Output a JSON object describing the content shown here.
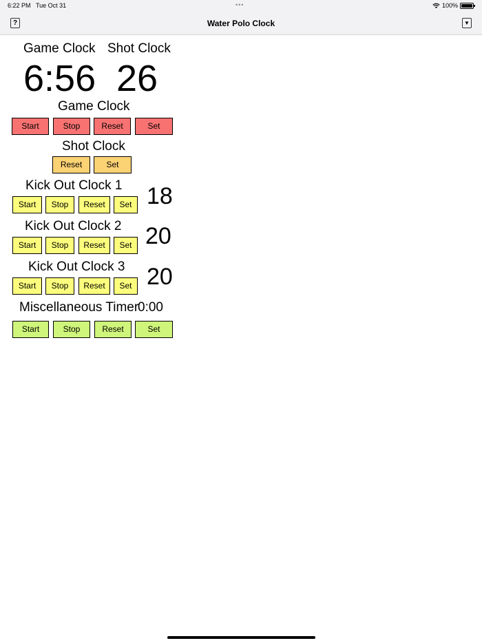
{
  "status_bar": {
    "time": "6:22 PM",
    "date": "Tue Oct 31",
    "dots": "•••",
    "battery": "100%"
  },
  "nav": {
    "title": "Water Polo Clock",
    "help_label": "?",
    "menu_label": "▼"
  },
  "game_clock": {
    "heading": "Game Clock",
    "value": "6:56",
    "controls_heading": "Game Clock",
    "buttons": {
      "start": "Start",
      "stop": "Stop",
      "reset": "Reset",
      "set": "Set"
    }
  },
  "shot_clock": {
    "heading": "Shot Clock",
    "value": "26",
    "controls_heading": "Shot Clock",
    "buttons": {
      "reset": "Reset",
      "set": "Set"
    }
  },
  "kick_out_clocks": [
    {
      "heading": "Kick Out Clock 1",
      "value": "18",
      "buttons": {
        "start": "Start",
        "stop": "Stop",
        "reset": "Reset",
        "set": "Set"
      }
    },
    {
      "heading": "Kick Out Clock 2",
      "value": "20",
      "buttons": {
        "start": "Start",
        "stop": "Stop",
        "reset": "Reset",
        "set": "Set"
      }
    },
    {
      "heading": "Kick Out Clock 3",
      "value": "20",
      "buttons": {
        "start": "Start",
        "stop": "Stop",
        "reset": "Reset",
        "set": "Set"
      }
    }
  ],
  "misc_timer": {
    "heading": "Miscellaneous Timer",
    "value": "0:00",
    "buttons": {
      "start": "Start",
      "stop": "Stop",
      "reset": "Reset",
      "set": "Set"
    }
  },
  "colors": {
    "game": "#f87272",
    "shot": "#fbd274",
    "kick_out": "#fdfd7d",
    "misc": "#cff57b"
  }
}
